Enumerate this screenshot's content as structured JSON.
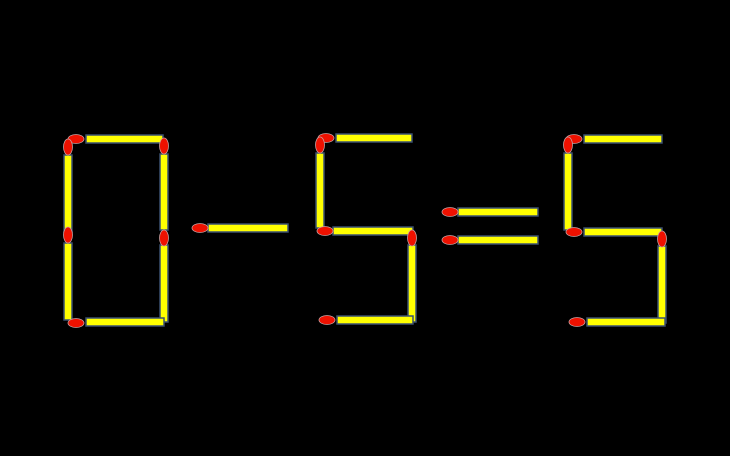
{
  "puzzle": {
    "symbols": [
      "0",
      "-",
      "5",
      "=",
      "5"
    ]
  },
  "colors": {
    "background": "#000000",
    "stick": "#ffff00",
    "stick_border": "#3a5070",
    "head": "#ee1100",
    "head_border": "#c8a0a0"
  }
}
